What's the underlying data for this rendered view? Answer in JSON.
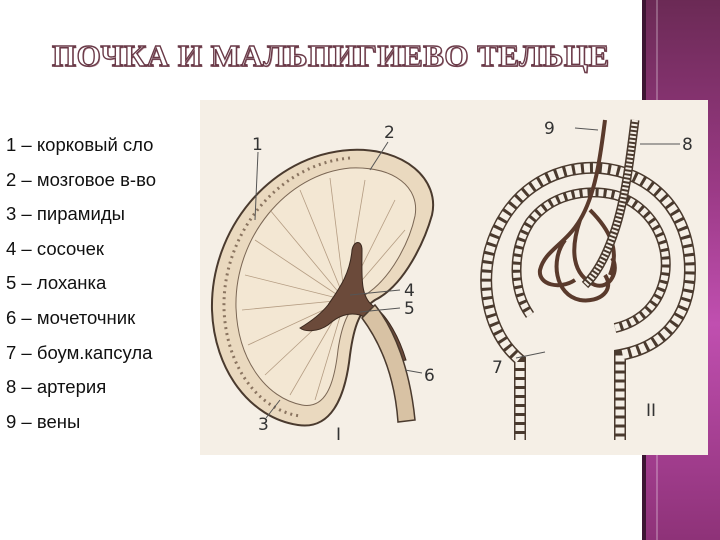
{
  "slide": {
    "title": "ПОЧКА И МАЛЬПИГИЕВО ТЕЛЬЦЕ",
    "legend": [
      "1 – корковый сло",
      "2 – мозговое в-во",
      "3 – пирамиды",
      "4 – сосочек",
      "5 – лоханка",
      "6 – мочеточник",
      "7 – боум.капсула",
      "8 – артерия",
      "9 – вены"
    ]
  },
  "figure": {
    "labels": {
      "l1": "1",
      "l2": "2",
      "l3": "3",
      "l4": "4",
      "l5": "5",
      "l6": "6",
      "l7": "7",
      "l8": "8",
      "l9": "9",
      "part1": "I",
      "part2": "II"
    },
    "colors": {
      "paper": "#f5efe6",
      "ink": "#4a3a2e",
      "tissue": "#e6d2b4",
      "dark": "#6b4a3a"
    }
  }
}
